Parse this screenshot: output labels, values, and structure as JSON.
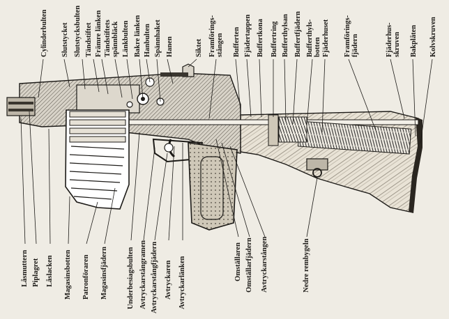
{
  "labels": {
    "top": [
      {
        "id": "cylinderbulten",
        "text": "Cylinderbulten"
      },
      {
        "id": "slutstycket",
        "text": "Slutstycket"
      },
      {
        "id": "slutstycksbulten",
        "text": "Slutstycksbulten"
      },
      {
        "id": "tandstiftet",
        "text": "Tändstiftet"
      },
      {
        "id": "framre-lanken",
        "text": "Främre länken"
      },
      {
        "id": "tandstiftets-spannblack",
        "text": "Tändstiftets\nspännbläck"
      },
      {
        "id": "lankbulten",
        "text": "Länkbulten"
      },
      {
        "id": "bakre-lanken",
        "text": "Bakre länken"
      },
      {
        "id": "hanbulten",
        "text": "Hanbulten"
      },
      {
        "id": "spannhaket",
        "text": "Spännhaket"
      },
      {
        "id": "hanen",
        "text": "Hanen"
      },
      {
        "id": "siktet",
        "text": "Siktet"
      },
      {
        "id": "framforingsstangen",
        "text": "Framförings-\nstången"
      },
      {
        "id": "bufferten",
        "text": "Bufferten"
      },
      {
        "id": "fjadertappen",
        "text": "Fjädertappen"
      },
      {
        "id": "buffertkona",
        "text": "Buffertkona"
      },
      {
        "id": "buffertring",
        "text": "Buffertring"
      },
      {
        "id": "bufferthylsan",
        "text": "Bufferthylsan"
      },
      {
        "id": "buffertfjadern",
        "text": "Buffertfjädern"
      },
      {
        "id": "bufferthylsbotten",
        "text": "Bufferthyls-\nbotten"
      },
      {
        "id": "fjaderhuset",
        "text": "Fjäderhuset"
      },
      {
        "id": "framforingsfjadern",
        "text": "Framförings-\nfjädern"
      },
      {
        "id": "fjaderhusskruven",
        "text": "Fjäderhus-\nskruven"
      },
      {
        "id": "bakplaten",
        "text": "Bakplåten"
      },
      {
        "id": "kolvskruven",
        "text": "Kolvskruven"
      }
    ],
    "bottom": [
      {
        "id": "lasmuttern",
        "text": "Låsmuttern"
      },
      {
        "id": "piplagret",
        "text": "Piplagret"
      },
      {
        "id": "laslacken",
        "text": "Låslacken"
      },
      {
        "id": "magasinsbotten",
        "text": "Magasinsbotten"
      },
      {
        "id": "patronforaren",
        "text": "Patronföraren"
      },
      {
        "id": "magasinsfjadern",
        "text": "Magasinsfjädern"
      },
      {
        "id": "underbesiagsbulten",
        "text": "Underbesiagsbulten"
      },
      {
        "id": "avtryckarstangramen",
        "text": "Avtryckarstångramen"
      },
      {
        "id": "avtryckarstangfjadern",
        "text": "Avtryckarstångfjädern"
      },
      {
        "id": "avtryckaren",
        "text": "Avtryckaren"
      },
      {
        "id": "avtryckarlanken",
        "text": "Avtryckarlänken"
      },
      {
        "id": "omstallaren",
        "text": "Omställaren"
      },
      {
        "id": "omstallarfjadern",
        "text": "Omställarfjädern"
      },
      {
        "id": "avtryckarstangen",
        "text": "Avtryckarstången"
      },
      {
        "id": "nedre-rembygeln",
        "text": "Nedre rembygeln"
      }
    ]
  }
}
